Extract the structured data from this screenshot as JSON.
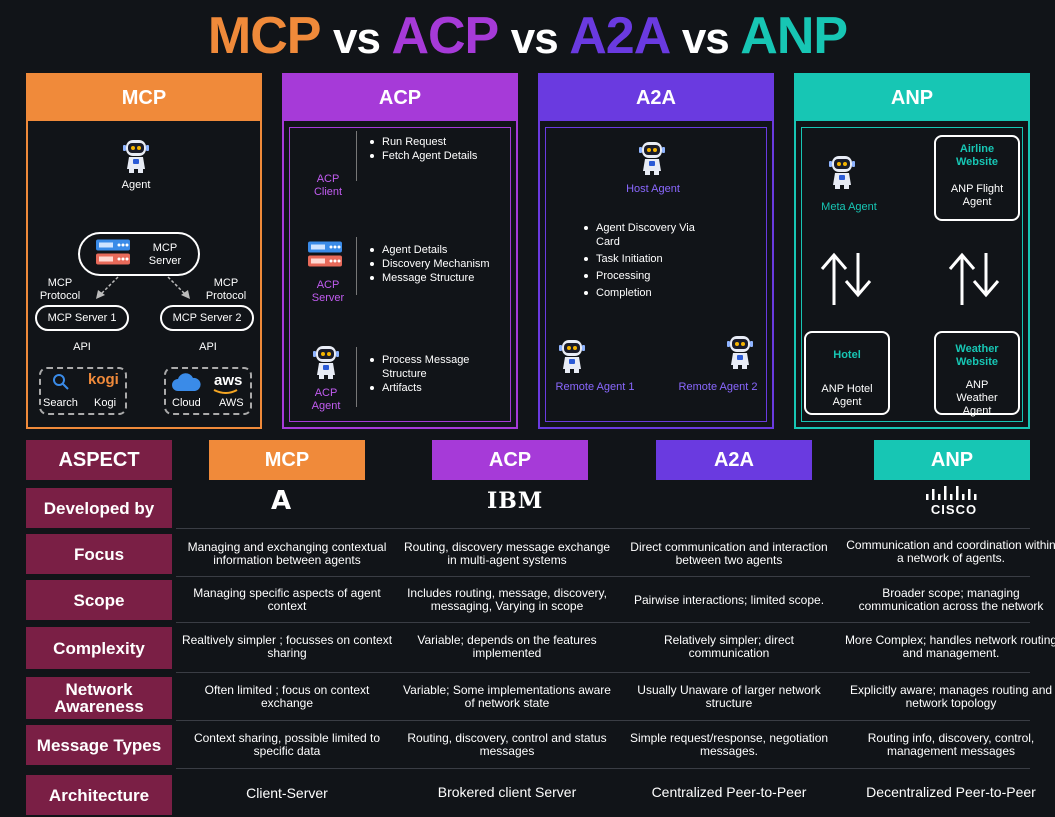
{
  "title": {
    "mcp": "MCP",
    "vs1": "vs",
    "acp": "ACP",
    "vs2": "vs",
    "a2a": "A2A",
    "vs3": "vs",
    "anp": "ANP"
  },
  "colors": {
    "mcp": "#f08a3a",
    "acp": "#a63ad8",
    "a2a": "#6a3ae0",
    "anp": "#17c6b4",
    "row_label_bg": "#7a1f45",
    "background": "#111418"
  },
  "panels": {
    "mcp": {
      "header": "MCP",
      "agent": "Agent",
      "server": "MCP\nServer",
      "protocol_left": "MCP\nProtocol",
      "protocol_right": "MCP\nProtocol",
      "server1": "MCP Server 1",
      "server2": "MCP Server 2",
      "api_left": "API",
      "api_right": "API",
      "search": "Search",
      "kogi_logo": "kogi",
      "kogi": "Kogi",
      "cloud": "Cloud",
      "aws_logo": "aws",
      "aws": "AWS"
    },
    "acp": {
      "header": "ACP",
      "client": "ACP\nClient",
      "client_items": [
        "Run Request",
        "Fetch Agent Details"
      ],
      "server": "ACP\nServer",
      "server_items": [
        "Agent Details",
        "Discovery Mechanism",
        "Message Structure"
      ],
      "agent": "ACP\nAgent",
      "agent_items": [
        "Process Message Structure",
        "Artifacts"
      ]
    },
    "a2a": {
      "header": "A2A",
      "host_agent": "Host Agent",
      "items": [
        "Agent Discovery Via Card",
        "Task Initiation",
        "Processing",
        "Completion"
      ],
      "remote1": "Remote Agent 1",
      "remote2": "Remote Agent 2"
    },
    "anp": {
      "header": "ANP",
      "meta_agent": "Meta Agent",
      "airline_title": "Airline\nWebsite",
      "airline_sub": "ANP Flight\nAgent",
      "hotel_title": "Hotel",
      "hotel_sub": "ANP Hotel\nAgent",
      "weather_title": "Weather\nWebsite",
      "weather_sub": "ANP\nWeather\nAgent"
    }
  },
  "table": {
    "aspect_header": "ASPECT",
    "columns": [
      "MCP",
      "ACP",
      "A2A",
      "ANP"
    ],
    "logos": {
      "mcp": "A",
      "acp": "IBM",
      "anp": "CISCO"
    },
    "rows": [
      {
        "label": "Developed by",
        "cells": [
          "",
          "",
          "",
          ""
        ]
      },
      {
        "label": "Focus",
        "cells": [
          "Managing and exchanging contextual information between agents",
          "Routing, discovery message exchange in multi-agent systems",
          "Direct communication and interaction between two agents",
          "Communication and coordination within a network of agents."
        ]
      },
      {
        "label": "Scope",
        "cells": [
          "Managing specific aspects of agent context",
          "Includes routing, message, discovery, messaging, Varying in scope",
          "Pairwise interactions; limited scope.",
          "Broader scope; managing communication across the network"
        ]
      },
      {
        "label": "Complexity",
        "cells": [
          "Realtively simpler ; focusses on context sharing",
          "Variable; depends on the features implemented",
          "Relatively simpler; direct communication",
          "More Complex; handles network routing and management."
        ]
      },
      {
        "label": "Network\nAwareness",
        "cells": [
          "Often limited ; focus on context exchange",
          "Variable; Some implementations aware of network state",
          "Usually Unaware of larger network structure",
          "Explicitly aware; manages routing and network topology"
        ]
      },
      {
        "label": "Message Types",
        "cells": [
          "Context sharing, possible limited to specific data",
          "Routing, discovery, control and status messages",
          "Simple request/response, negotiation messages.",
          "Routing info, discovery, control, management messages"
        ]
      },
      {
        "label": "Architecture",
        "cells": [
          "Client-Server",
          "Brokered client Server",
          "Centralized Peer-to-Peer",
          "Decentralized Peer-to-Peer"
        ]
      }
    ]
  }
}
